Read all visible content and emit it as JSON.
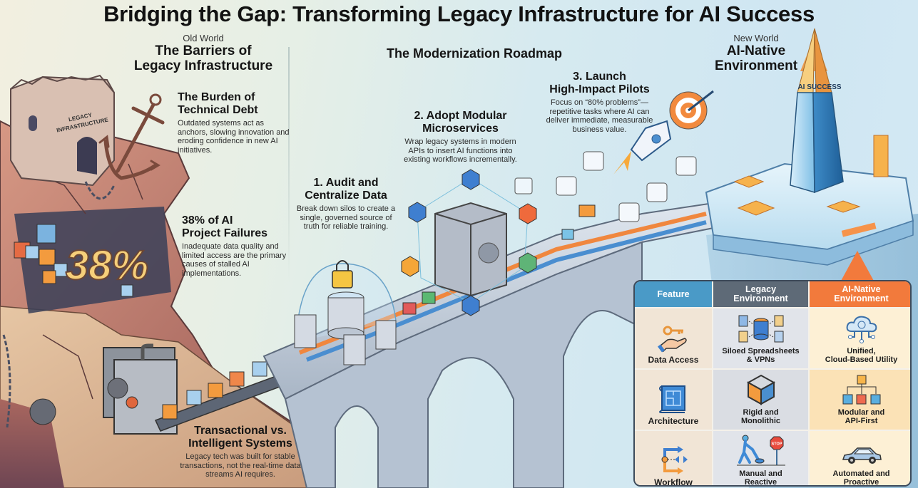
{
  "title": "Bridging the Gap: Transforming Legacy Infrastructure for AI Success",
  "old_world": {
    "kicker": "Old World",
    "title_line1": "The Barriers of",
    "title_line2": "Legacy Infrastructure",
    "tower_sign_line1": "LEGACY",
    "tower_sign_line2": "INFRASTRUCTURE",
    "big_stat": "38%",
    "callouts": [
      {
        "title_line1": "The Burden of",
        "title_line2": "Technical Debt",
        "body": "Outdated systems act as anchors, slowing innovation and eroding confidence in new AI initiatives."
      },
      {
        "title_line1": "38% of AI",
        "title_line2": "Project Failures",
        "body": "Inadequate data quality and limited access are the primary causes of stalled AI implementations."
      },
      {
        "title_line1": "Transactional vs.",
        "title_line2": "Intelligent Systems",
        "body": "Legacy tech was built for stable transactions, not the real-time data streams AI requires."
      }
    ]
  },
  "roadmap": {
    "title": "The Modernization Roadmap",
    "steps": [
      {
        "title_line1": "1. Audit and",
        "title_line2": "Centralize Data",
        "body": "Break down silos to create a single, governed source of truth for reliable training."
      },
      {
        "title_line1": "2. Adopt Modular",
        "title_line2": "Microservices",
        "body": "Wrap legacy systems in modern APIs to insert AI functions into existing workflows incrementally."
      },
      {
        "title_line1": "3. Launch",
        "title_line2": "High-Impact Pilots",
        "body": "Focus on “80% problems”—repetitive tasks where AI can deliver immediate, measurable business value."
      }
    ]
  },
  "new_world": {
    "kicker": "New World",
    "title_line1": "AI-Native",
    "title_line2": "Environment",
    "tower_label": "AI SUCCESS"
  },
  "comparison": {
    "headers": {
      "feature": "Feature",
      "legacy_line1": "Legacy",
      "legacy_line2": "Environment",
      "ai_line1": "AI-Native",
      "ai_line2": "Environment"
    },
    "rows": [
      {
        "feature": "Data Access",
        "feature_icon": "hand-key-icon",
        "legacy_line1": "Siloed Spreadsheets",
        "legacy_line2": "& VPNs",
        "legacy_icon": "siloed-database-icon",
        "ai_line1": "Unified,",
        "ai_line2": "Cloud-Based Utility",
        "ai_icon": "cloud-network-icon"
      },
      {
        "feature": "Architecture",
        "feature_icon": "blueprint-icon",
        "legacy_line1": "Rigid and",
        "legacy_line2": "Monolithic",
        "legacy_icon": "monolith-cube-icon",
        "ai_line1": "Modular and",
        "ai_line2": "API-First",
        "ai_icon": "modular-cubes-icon"
      },
      {
        "feature": "Workflow",
        "feature_icon": "workflow-arrows-icon",
        "legacy_line1": "Manual and",
        "legacy_line2": "Reactive",
        "legacy_icon": "person-mower-stop-icon",
        "ai_line1": "Automated and",
        "ai_line2": "Proactive",
        "ai_icon": "car-icon"
      }
    ]
  },
  "colors": {
    "accent_orange": "#f27a3c",
    "accent_blue": "#4a9ac7",
    "legacy_gray": "#5e6a77",
    "rock_red": "#c97a6a",
    "success_gold": "#f4b547"
  }
}
